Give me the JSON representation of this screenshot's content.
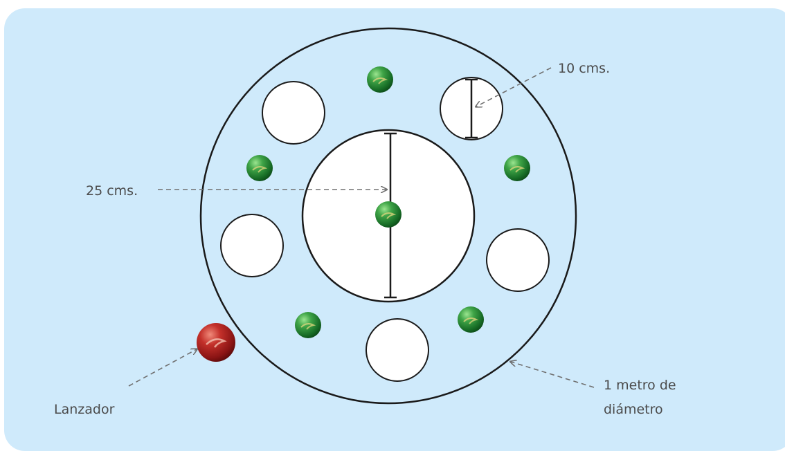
{
  "labels": {
    "small_diameter": "10 cms.",
    "center_diameter": "25 cms.",
    "outer_diameter_line1": "1 metro de",
    "outer_diameter_line2": "diámetro",
    "launcher": "Lanzador"
  },
  "colors": {
    "background": "#cfeafb",
    "hole_fill": "#ffffff",
    "outline": "#1a1a1a",
    "arrow": "#707070",
    "label_text": "#4a4a4a",
    "target_marble": "#2e8b3a",
    "launcher_marble": "#a01818"
  },
  "icons": {
    "target_marble": "green-marble-icon",
    "launcher_marble": "red-marble-icon"
  }
}
